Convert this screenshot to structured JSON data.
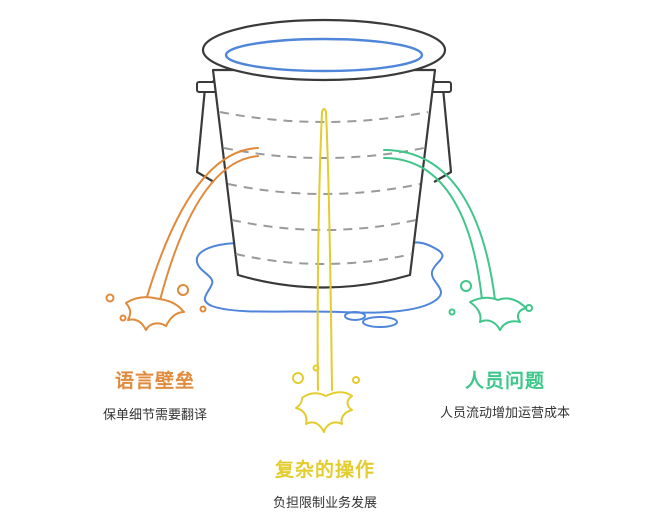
{
  "colors": {
    "outline": "#3a3a3a",
    "water": "#4f86d9",
    "orange": "#e08a3c",
    "yellow": "#e3cc2e",
    "green": "#3fc68a",
    "dashed": "#9a9a9a"
  },
  "icons": {
    "bucket": "leaking-bucket-icon",
    "puddle": "water-puddle-icon"
  },
  "leaks": [
    {
      "title": "语言壁垒",
      "description": "保单细节需要翻译",
      "color": "#e08a3c"
    },
    {
      "title": "复杂的操作",
      "description": "负担限制业务发展",
      "color": "#e3cc2e"
    },
    {
      "title": "人员问题",
      "description": "人员流动增加运营成本",
      "color": "#3fc68a"
    }
  ]
}
